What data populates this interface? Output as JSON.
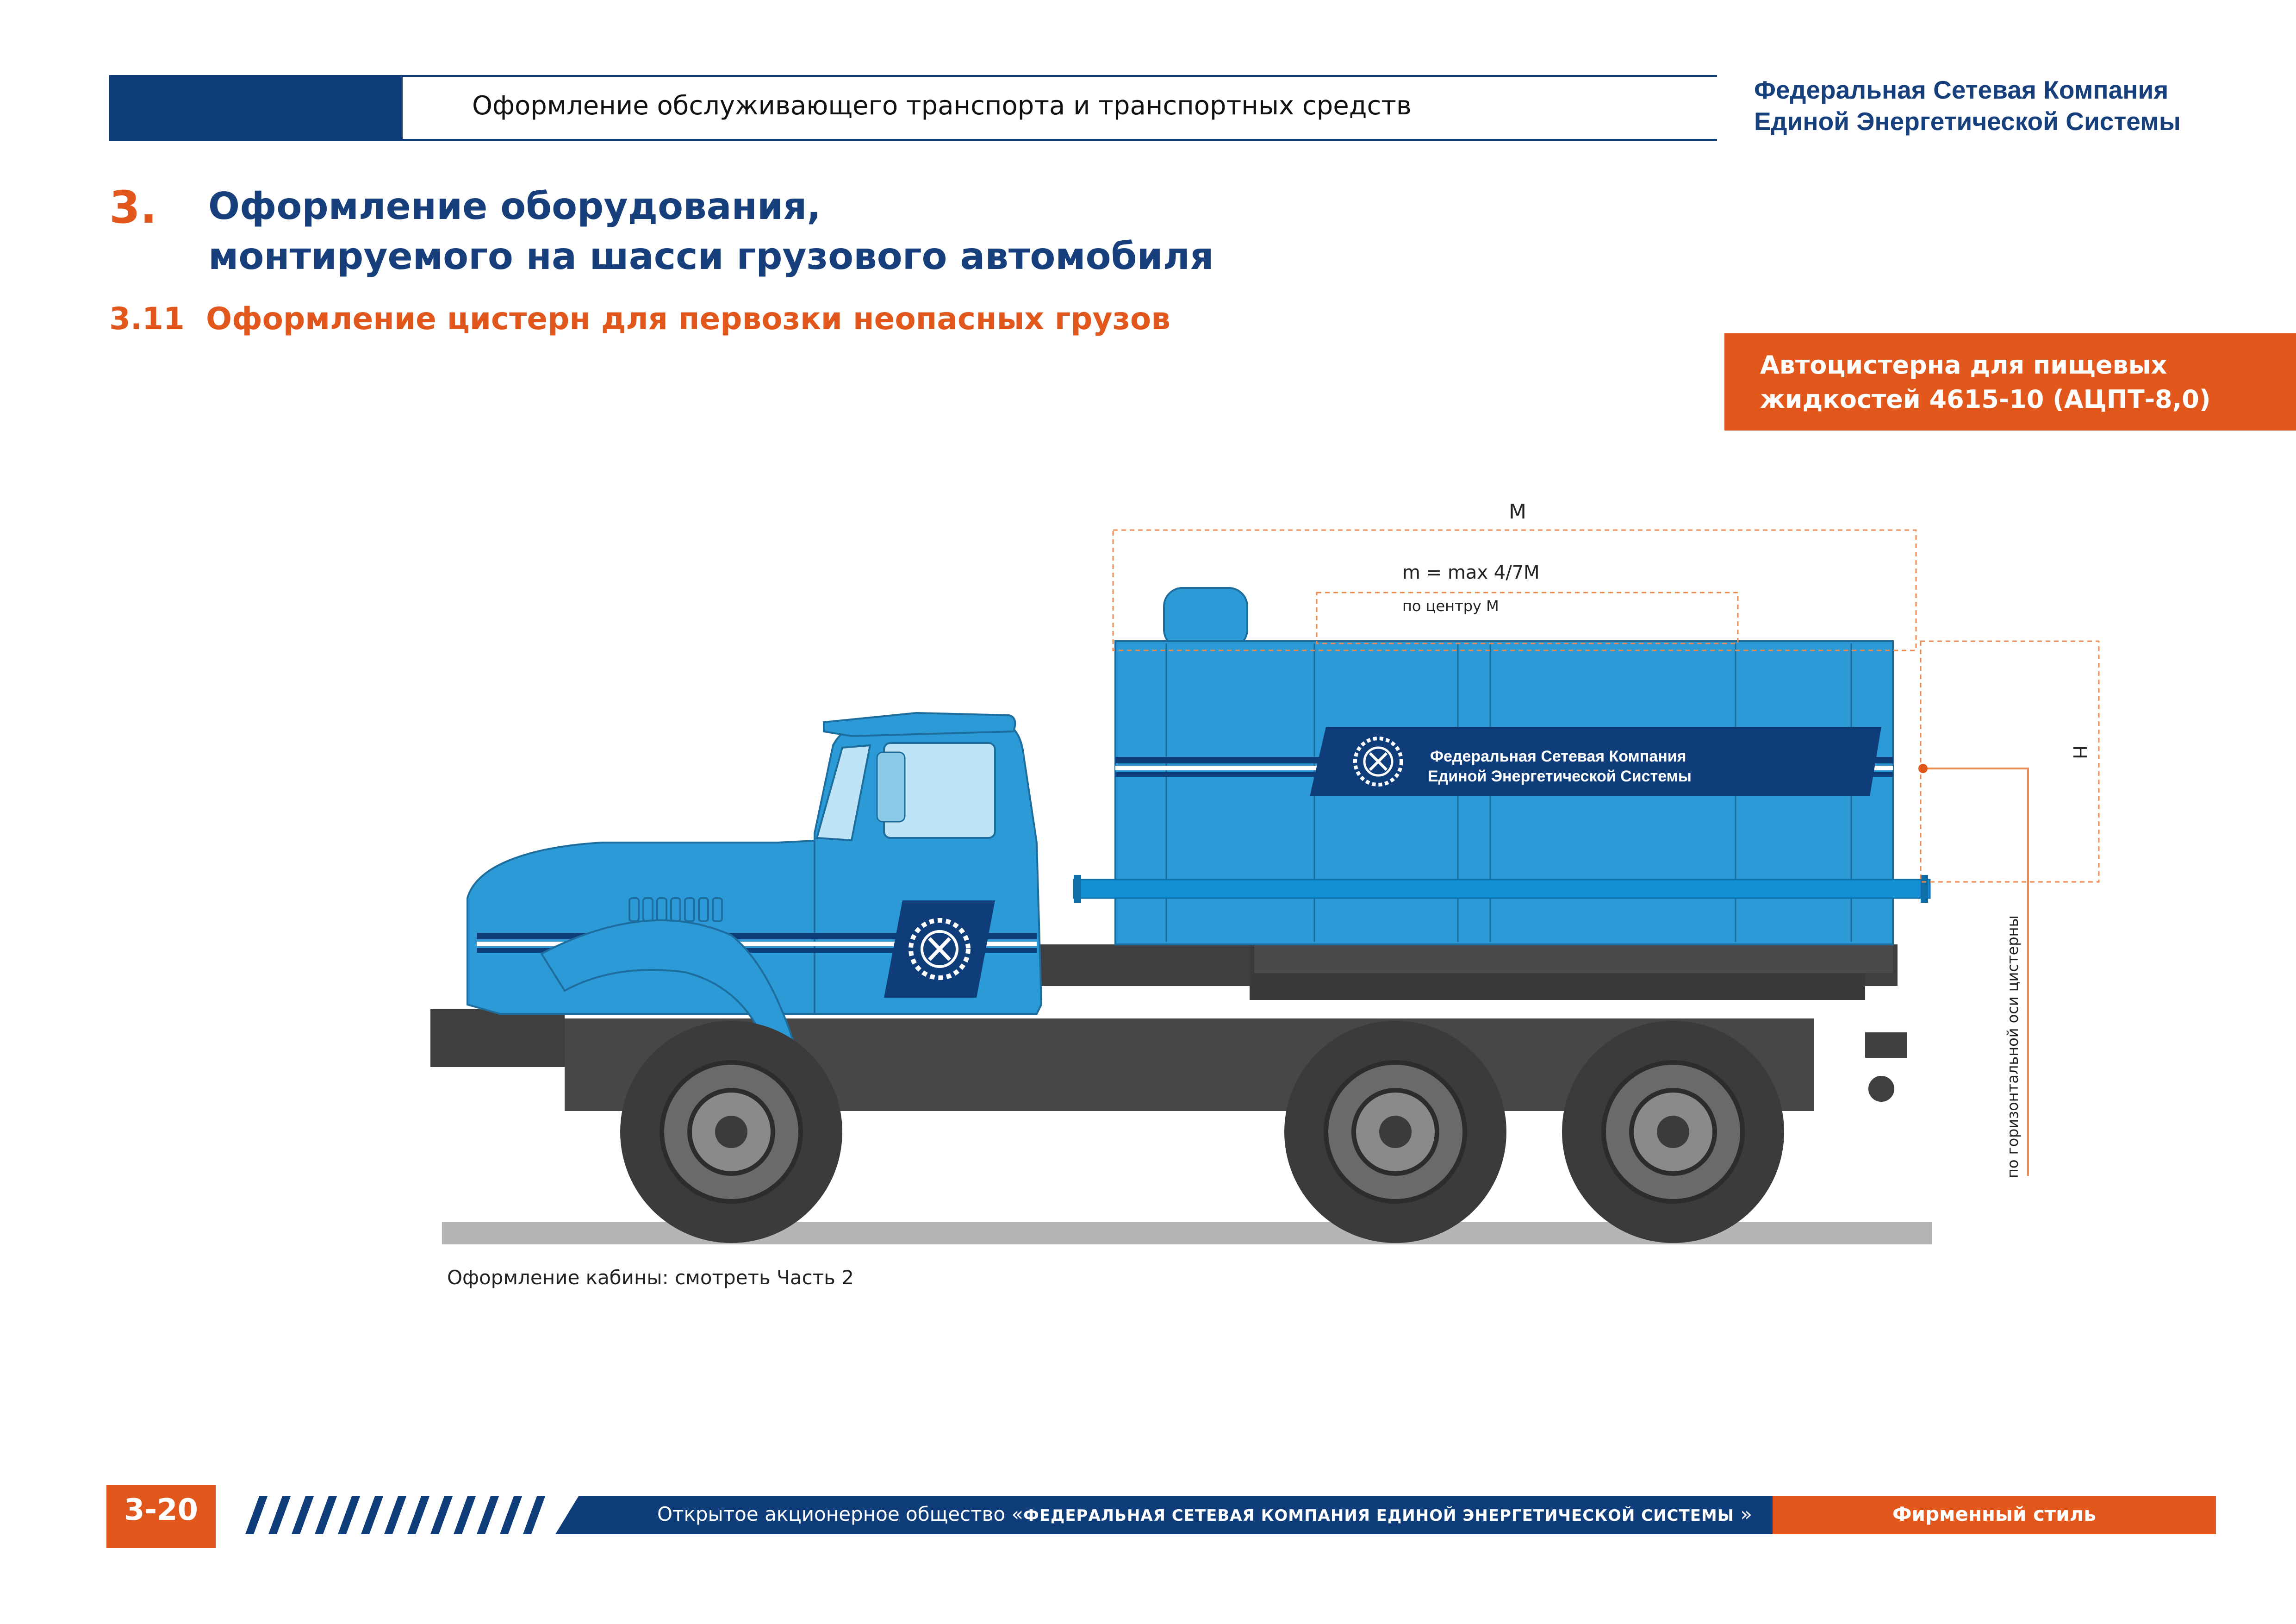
{
  "header": {
    "section_title": "Оформление обслуживающего транспорта и транспортных средств",
    "brand_line1": "Федеральная Сетевая Компания",
    "brand_line2": "Единой Энергетической Системы"
  },
  "heading": {
    "number": "3.",
    "title_line1": "Оформление оборудования,",
    "title_line2": "монтируемого на шасси грузового автомобиля",
    "sub_number": "3.11",
    "sub_title": "Оформление цистерн для первозки неопасных грузов"
  },
  "vehicle_tag": {
    "line1": "Автоцистерна для пищевых",
    "line2": "жидкостей 4615-10 (АЦПТ-8,0)"
  },
  "dimensions": {
    "m_total": "M",
    "m_formula": "m = max 4/7M",
    "m_note": "по центру M",
    "h_label": "H",
    "axis_note": "по горизонтальной оси цистерны"
  },
  "logo_text": {
    "line1": "Федеральная Сетевая Компания",
    "line2": "Единой Энергетической Системы"
  },
  "cabin_note": "Оформление кабины: смотреть Часть 2",
  "footer": {
    "page": "3-20",
    "company_prefix": "Открытое акционерное общество «",
    "company_name": "ФЕДЕРАЛЬНАЯ СЕТЕВАЯ КОМПАНИЯ ЕДИНОЙ ЭНЕРГЕТИЧЕСКОЙ СИСТЕМЫ",
    "company_suffix": " »",
    "style_label": "Фирменный стиль"
  },
  "colors": {
    "brand_blue": "#0f3d7a",
    "accent_orange": "#e2571b",
    "truck_blue": "#2b9ad6",
    "chassis_gray": "#3f3f3f"
  }
}
